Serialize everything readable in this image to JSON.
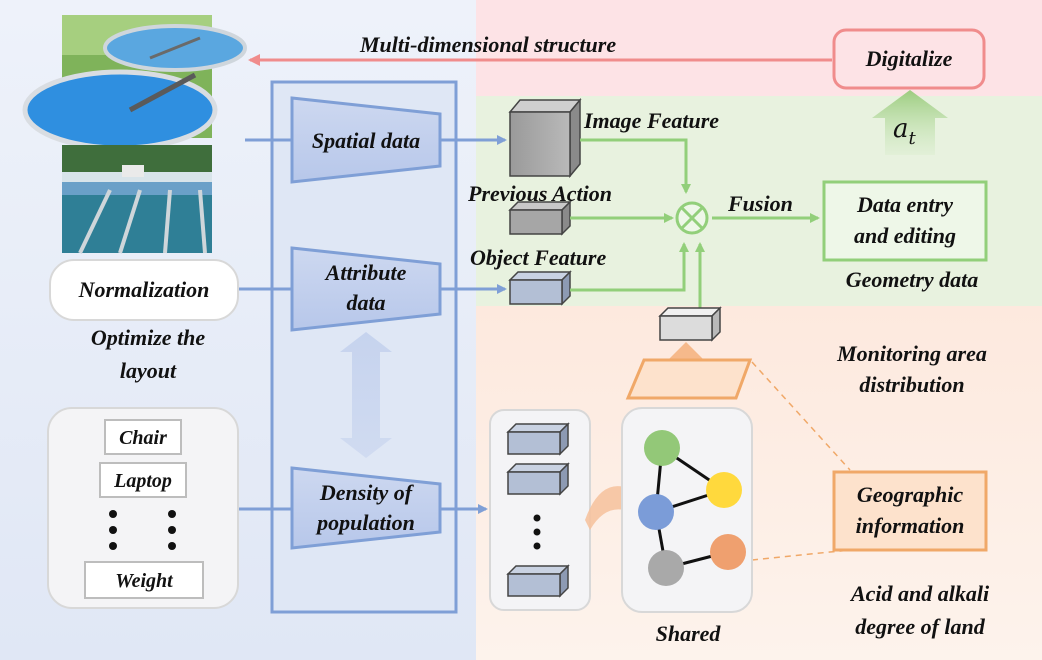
{
  "top_arrow_label": "Multi-dimensional structure",
  "digitalize": {
    "label": "Digitalize",
    "action_symbol": "a",
    "action_subscript": "t"
  },
  "pipeline": {
    "spatial": "Spatial data",
    "attribute_line1": "Attribute",
    "attribute_line2": "data",
    "density_line1": "Density of",
    "density_line2": "population"
  },
  "features": {
    "image": "Image Feature",
    "previous": "Previous Action",
    "object": "Object Feature",
    "fusion": "Fusion"
  },
  "output": {
    "line1": "Data entry",
    "line2": "and editing",
    "caption": "Geometry data"
  },
  "left": {
    "normalization": "Normalization",
    "optimize_line1": "Optimize the",
    "optimize_line2": "layout",
    "list": [
      "Chair",
      "Laptop",
      "Weight"
    ]
  },
  "monitor": {
    "line1": "Monitoring area",
    "line2": "distribution"
  },
  "geo": {
    "line1": "Geographic",
    "line2": "information"
  },
  "acid": {
    "line1": "Acid and alkali",
    "line2": "degree of land"
  },
  "shared": "Shared",
  "colors": {
    "pink_region": "#fde3e6",
    "green_region": "#e8f2df",
    "orange_region": "#fdeadf",
    "blue_region": "#e4eaf6",
    "accent_blue": "#7f9fd6",
    "accent_green": "#92cf7a",
    "accent_orange": "#f0a868",
    "accent_pink": "#f08c8c",
    "node_green": "#93c878",
    "node_yellow": "#ffd93d",
    "node_blue": "#7b9cd8",
    "node_gray": "#a9a9a9",
    "node_orange": "#efa06f"
  }
}
